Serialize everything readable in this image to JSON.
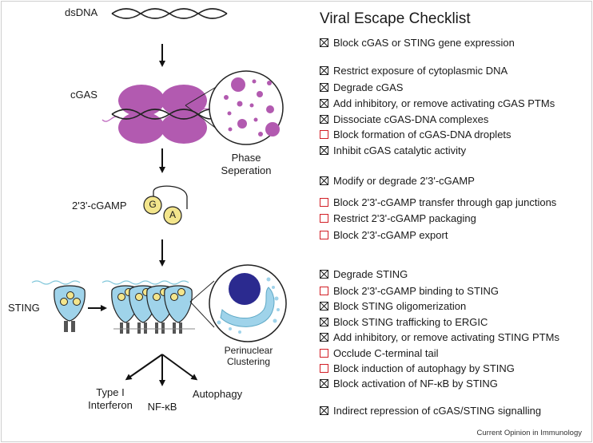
{
  "diagram": {
    "dsdna_label": "dsDNA",
    "cgas_label": "cGAS",
    "phase_label_1": "Phase",
    "phase_label_2": "Seperation",
    "cgamp_label": "2'3'-cGAMP",
    "cgamp_g": "G",
    "cgamp_a": "A",
    "sting_label": "STING",
    "perinuclear_1": "Perinuclear",
    "perinuclear_2": "Clustering",
    "output_1a": "Type I",
    "output_1b": "Interferon",
    "output_2": "NF-κB",
    "output_3": "Autophagy",
    "colors": {
      "cgas": "#b25ab0",
      "sting": "#9fd3ea",
      "cgamp": "#f3e58c",
      "nucleus": "#2b2a8f",
      "unchecked_box": "#d21f26"
    }
  },
  "checklist": {
    "title": "Viral Escape Checklist",
    "items": [
      {
        "text": "Block cGAS or STING gene expression",
        "checked": true
      },
      {
        "text": "Restrict exposure of cytoplasmic DNA",
        "checked": true
      },
      {
        "text": "Degrade cGAS",
        "checked": true
      },
      {
        "text": "Add inhibitory, or remove activating cGAS PTMs",
        "checked": true
      },
      {
        "text": "Dissociate cGAS-DNA complexes",
        "checked": true
      },
      {
        "text": "Block formation of cGAS-DNA droplets",
        "checked": false
      },
      {
        "text": "Inhibit cGAS catalytic activity",
        "checked": true
      },
      {
        "text": "Modify or degrade 2'3'-cGAMP",
        "checked": true
      },
      {
        "text": "Block 2'3'-cGAMP transfer through gap junctions",
        "checked": false
      },
      {
        "text": "Restrict 2'3'-cGAMP packaging",
        "checked": false
      },
      {
        "text": "Block 2'3'-cGAMP export",
        "checked": false
      },
      {
        "text": "Degrade STING",
        "checked": true
      },
      {
        "text": "Block 2'3'-cGAMP binding to STING",
        "checked": false
      },
      {
        "text": "Block STING oligomerization",
        "checked": true
      },
      {
        "text": "Block STING trafficking to ERGIC",
        "checked": true
      },
      {
        "text": "Add inhibitory, or remove activating STING PTMs",
        "checked": true
      },
      {
        "text": "Occlude C-terminal tail",
        "checked": false
      },
      {
        "text": "Block induction of autophagy by STING",
        "checked": false
      },
      {
        "text": "Block activation of NF-κB by STING",
        "checked": true
      },
      {
        "text": "Indirect repression of cGAS/STING signalling",
        "checked": true
      }
    ]
  },
  "footer": "Current Opinion in Immunology"
}
